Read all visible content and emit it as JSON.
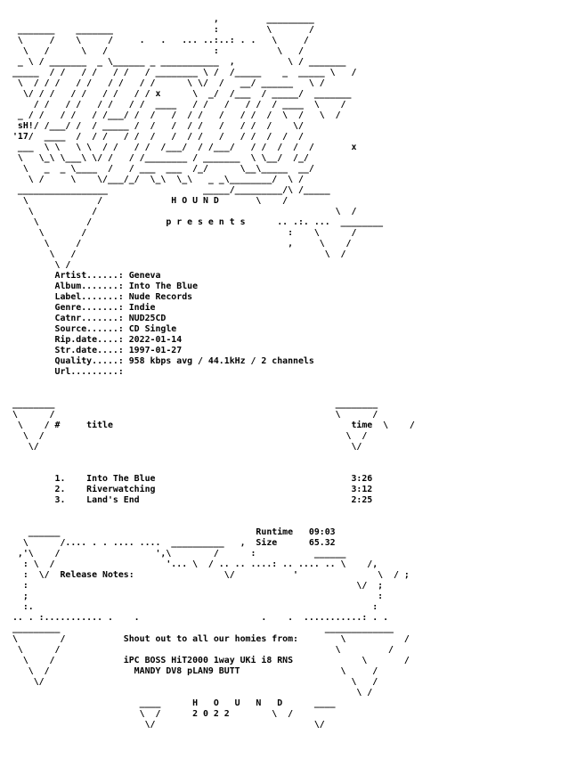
{
  "group": "HOUND",
  "art_tag": "sH!\n'17",
  "presents": "presents",
  "info": {
    "artist": "Geneva",
    "album": "Into The Blue",
    "label": "Nude Records",
    "genre": "Indie",
    "catnr": "NUD25CD",
    "source": "CD Single",
    "rip_date": "2022-01-14",
    "str_date": "1997-01-27",
    "quality": "958 kbps avg / 44.1kHz / 2 channels",
    "url": ""
  },
  "tracklist": {
    "header_num": "#",
    "header_title": "title",
    "header_time": "time",
    "tracks": [
      {
        "num": "1.",
        "title": "Into The Blue",
        "time": "3:26"
      },
      {
        "num": "2.",
        "title": "Riverwatching",
        "time": "3:12"
      },
      {
        "num": "3.",
        "title": "Land's End",
        "time": "2:25"
      }
    ],
    "runtime_label": "Runtime",
    "runtime": "09:03",
    "size_label": "Size",
    "size": "65.32"
  },
  "release_notes_label": "Release Notes:",
  "greets_title": "Shout out to all our homies from:",
  "greets_line1": "iPC BOSS HiT2000 1way UKi i8 RNS",
  "greets_line2": "MANDY DV8 pLAN9 BUTT",
  "footer_group": "H O U N D",
  "footer_year": "2 0 2 2"
}
